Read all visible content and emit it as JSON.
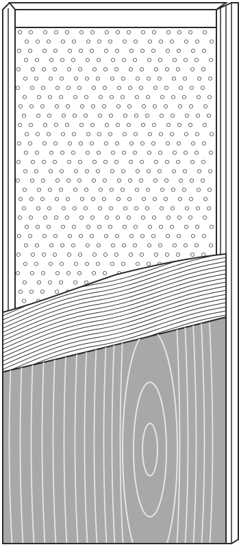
{
  "diagram": {
    "subject": "wall-section-cutaway",
    "layers": [
      {
        "name": "insulation-layer",
        "pattern": "circles"
      },
      {
        "name": "wood-grain-board",
        "pattern": "wavy-lines"
      },
      {
        "name": "gray-end-grain-panel",
        "pattern": "growth-rings"
      }
    ],
    "colors": {
      "outline": "#2a2a2a",
      "paper": "#ffffff",
      "panel_fill": "#a8a8a8",
      "panel_grain": "#e6e6e6",
      "circle_stroke": "#555555"
    }
  }
}
